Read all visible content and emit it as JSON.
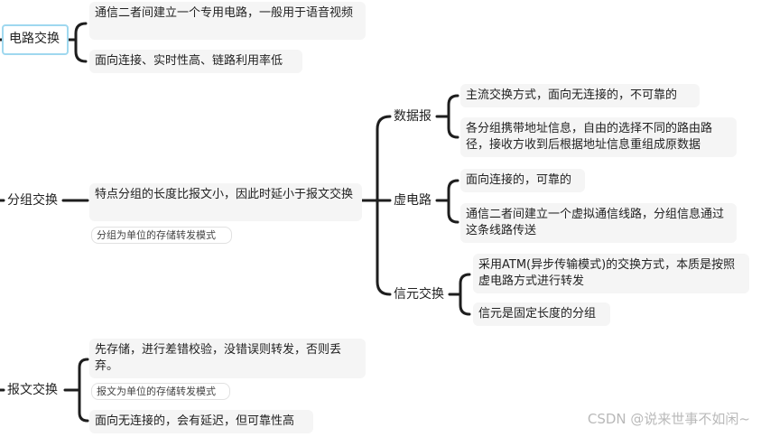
{
  "topics": {
    "circuit": "电路交换",
    "packet": "分组交换",
    "message": "报文交换"
  },
  "circuit": {
    "item1": "通信二者间建立一个专用电路，一般用于语音视频",
    "item2": "面向连接、实时性高、链路利用率低"
  },
  "packet": {
    "desc": "特点分组的长度比报文小，因此时延小于报文交换",
    "note": "分组为单位的存储转发模式",
    "datagram": {
      "label": "数据报",
      "item1": "主流交换方式，面向无连接的，不可靠的",
      "item2": "各分组携带地址信息，自由的选择不同的路由路径，接收方收到后根据地址信息重组成原数据"
    },
    "virtual": {
      "label": "虚电路",
      "item1": "面向连接的，可靠的",
      "item2": "通信二者间建立一个虚拟通信线路，分组信息通过这条线路传送"
    },
    "cell": {
      "label": "信元交换",
      "item1": "采用ATM(异步传输模式)的交换方式，本质是按照虚电路方式进行转发",
      "item2": "信元是固定长度的分组"
    }
  },
  "message": {
    "item1": "先存储，进行差错校验，没错误则转发，否则丢弃。",
    "note": "报文为单位的存储转发模式",
    "item2": "面向无连接的，会有延迟，但可靠性高"
  },
  "watermark": "CSDN @说来世事不如闲~"
}
